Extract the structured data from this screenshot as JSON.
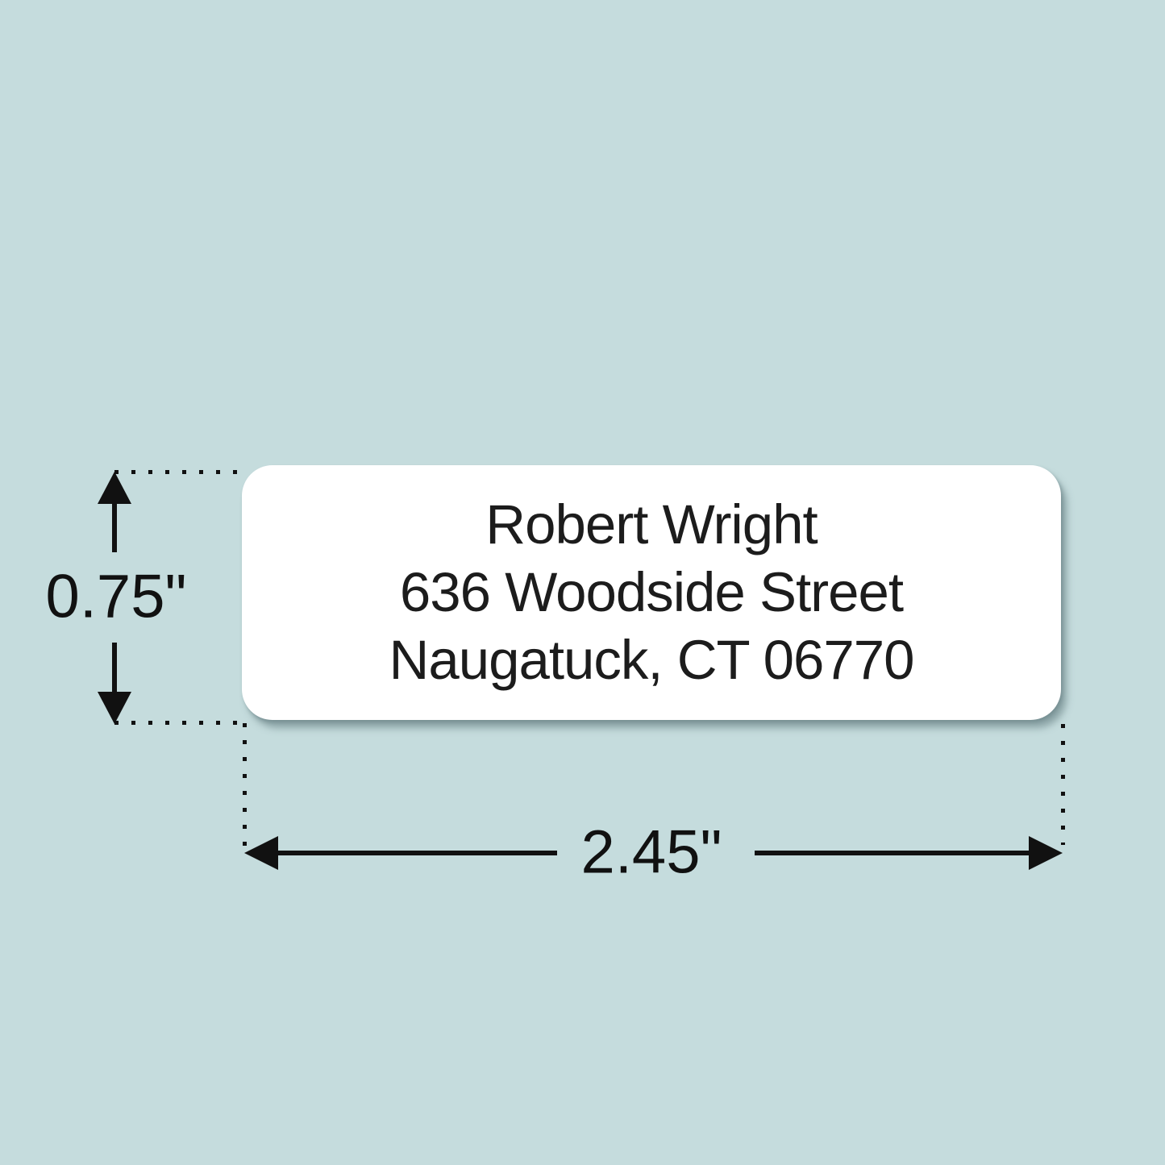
{
  "label": {
    "lines": [
      "Robert Wright",
      "636 Woodside Street",
      "Naugatuck, CT 06770"
    ]
  },
  "dimensions": {
    "height": "0.75\"",
    "width": "2.45\""
  },
  "colors": {
    "background": "#c5dcdd",
    "label_background": "#ffffff",
    "ink": "#111111"
  }
}
